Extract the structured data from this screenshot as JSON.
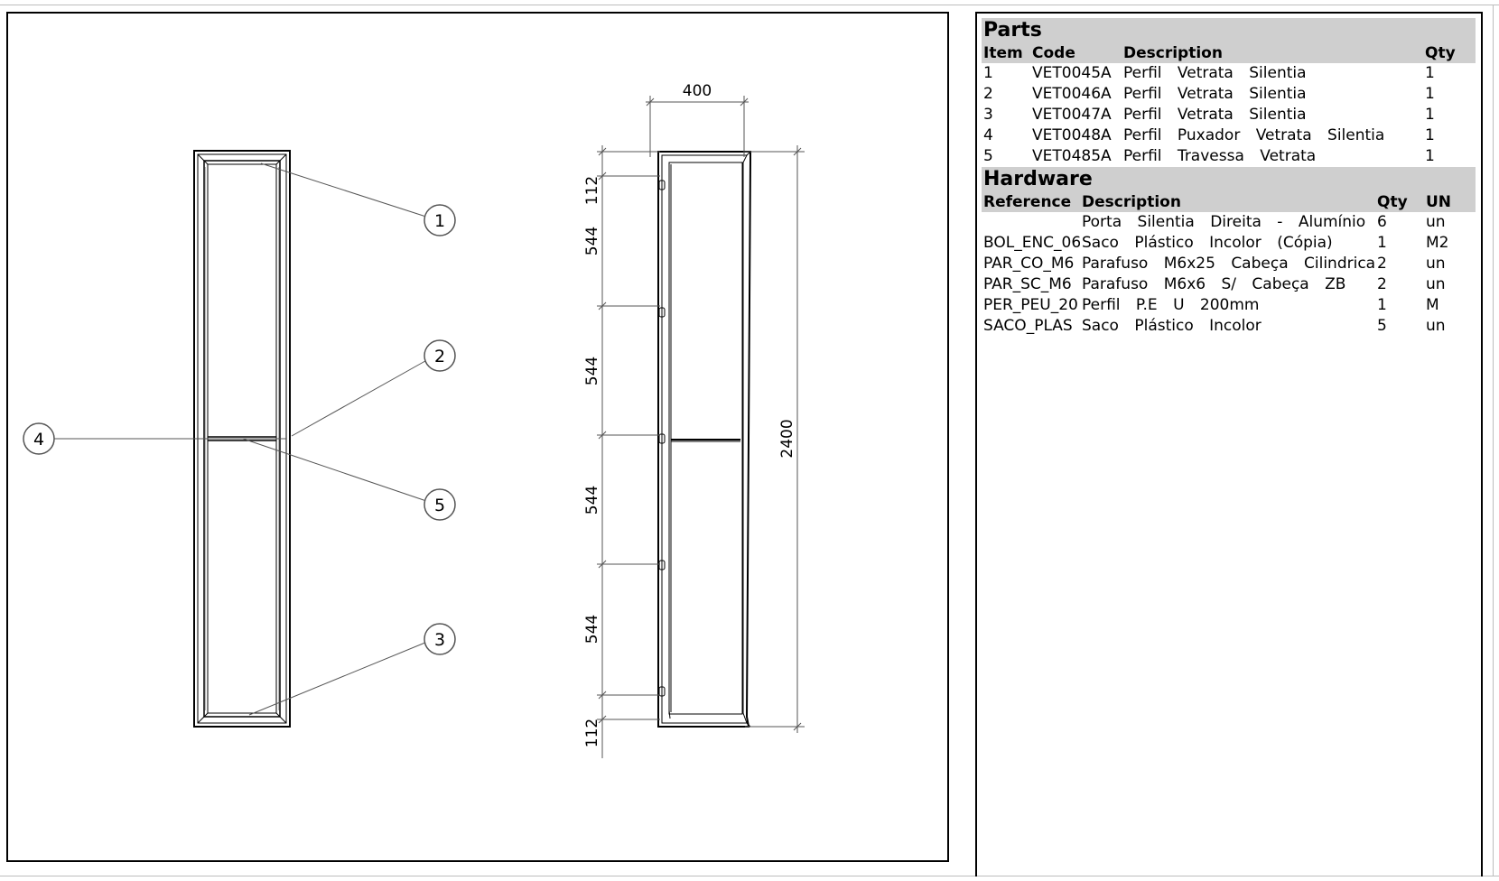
{
  "drawing": {
    "balloons": [
      "1",
      "2",
      "3",
      "4",
      "5"
    ],
    "dimensions": {
      "width": "400",
      "height": "2400",
      "segments": [
        "112",
        "544",
        "544",
        "544",
        "544",
        "112"
      ]
    }
  },
  "parts": {
    "title": "Parts",
    "columns": [
      "Item",
      "Code",
      "Description",
      "Qty"
    ],
    "rows": [
      {
        "item": "1",
        "code": "VET0045A",
        "description": "Perfil Vetrata Silentia",
        "qty": "1"
      },
      {
        "item": "2",
        "code": "VET0046A",
        "description": "Perfil Vetrata Silentia",
        "qty": "1"
      },
      {
        "item": "3",
        "code": "VET0047A",
        "description": "Perfil Vetrata Silentia",
        "qty": "1"
      },
      {
        "item": "4",
        "code": "VET0048A",
        "description": "Perfil Puxador Vetrata Silentia",
        "qty": "1"
      },
      {
        "item": "5",
        "code": "VET0485A",
        "description": "Perfil Travessa Vetrata",
        "qty": "1"
      }
    ]
  },
  "hardware": {
    "title": "Hardware",
    "columns": [
      "Reference",
      "Description",
      "Qty",
      "UN"
    ],
    "rows": [
      {
        "reference": "",
        "description": "Porta Silentia Direita - Alumínio",
        "qty": "6",
        "un": "un"
      },
      {
        "reference": "BOL_ENC_06",
        "description": "Saco Plástico Incolor (Cópia)",
        "qty": "1",
        "un": "M2"
      },
      {
        "reference": "PAR_CO_M6",
        "description": "Parafuso M6x25 Cabeça Cilindrica",
        "qty": "2",
        "un": "un"
      },
      {
        "reference": "PAR_SC_M6",
        "description": "Parafuso M6x6 S/ Cabeça ZB",
        "qty": "2",
        "un": "un"
      },
      {
        "reference": "PER_PEU_20",
        "description": "Perfil P.E U 200mm",
        "qty": "1",
        "un": "M"
      },
      {
        "reference": "SACO_PLAS",
        "description": "Saco Plástico Incolor",
        "qty": "5",
        "un": "un"
      }
    ]
  }
}
